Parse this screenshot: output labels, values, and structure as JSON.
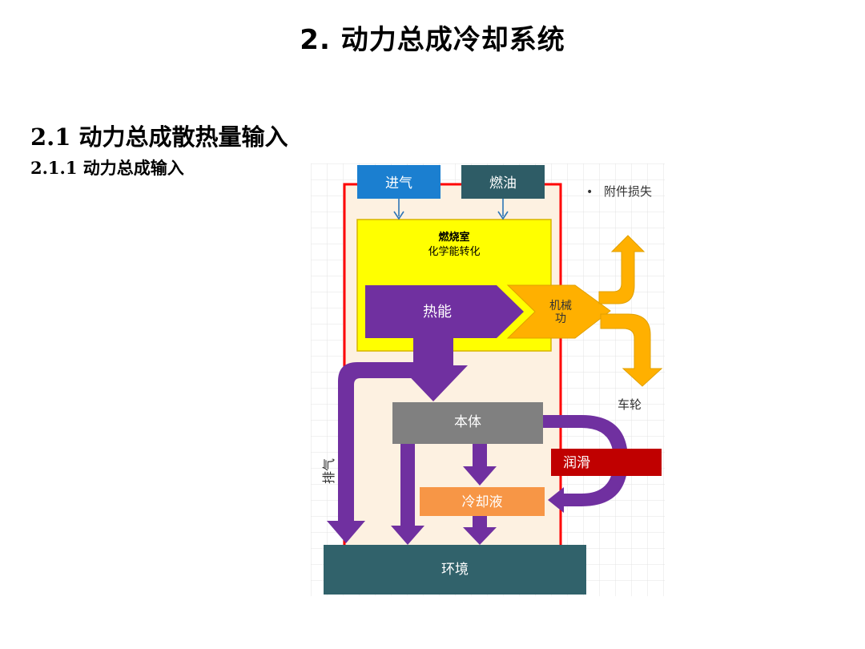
{
  "page": {
    "title": "2. 动力总成冷却系统",
    "section": "2.1 动力总成散热量输入",
    "subsection": "2.1.1 动力总成输入"
  },
  "diagram": {
    "intake": "进气",
    "fuel": "燃油",
    "accessory_loss": "附件损失",
    "chamber_title": "燃烧室",
    "chamber_subtitle": "化学能转化",
    "heat_energy": "热能",
    "mech_work_line1": "机械",
    "mech_work_line2": "功",
    "wheels": "车轮",
    "block": "本体",
    "lubrication": "润滑",
    "exhaust": "排气",
    "coolant": "冷却液",
    "environment": "环境"
  },
  "colors": {
    "intake_blue": "#1b7fd0",
    "fuel_teal": "#2e5c66",
    "chamber_yellow": "#ffff00",
    "heat_purple": "#7030a0",
    "mech_orange": "#ffb000",
    "block_gray": "#808080",
    "lube_red": "#c00000",
    "coolant_orange": "#f79646",
    "environment_teal": "#31626b",
    "boundary_red": "#ff0000"
  }
}
